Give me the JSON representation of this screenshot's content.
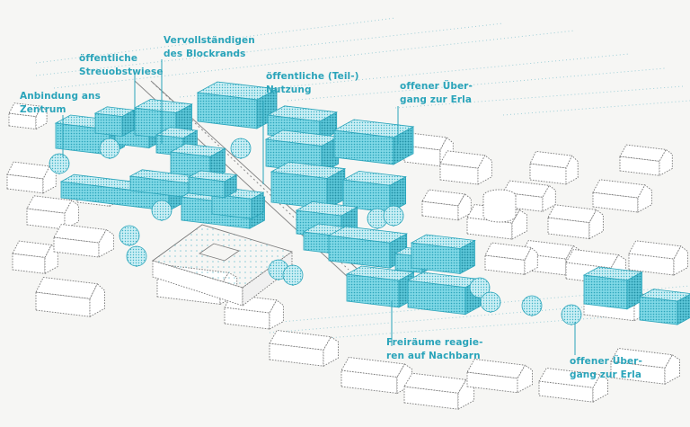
{
  "colors": {
    "background": "#f6f6f4",
    "accent": "#2aa4ba",
    "building_fill": "#6fd3e2",
    "existing_outline": "#7a7a7a"
  },
  "annotations": [
    {
      "id": "anbindung",
      "lines": [
        "Anbindung ans",
        "Zentrum"
      ]
    },
    {
      "id": "streuobst",
      "lines": [
        "öffentliche",
        "Streuobstwiese"
      ]
    },
    {
      "id": "block",
      "lines": [
        "Vervollständigen",
        "des Blockrands"
      ]
    },
    {
      "id": "teilnutzung",
      "lines": [
        "öffentliche (Teil-)",
        "Nutzung"
      ]
    },
    {
      "id": "erla1",
      "lines": [
        "offener Über-",
        "gang zur Erla"
      ]
    },
    {
      "id": "freiraeume",
      "lines": [
        "Freiräume reagie-",
        "ren auf Nachbarn"
      ]
    },
    {
      "id": "erla2",
      "lines": [
        "offener Über-",
        "gang zur Erla"
      ]
    }
  ]
}
